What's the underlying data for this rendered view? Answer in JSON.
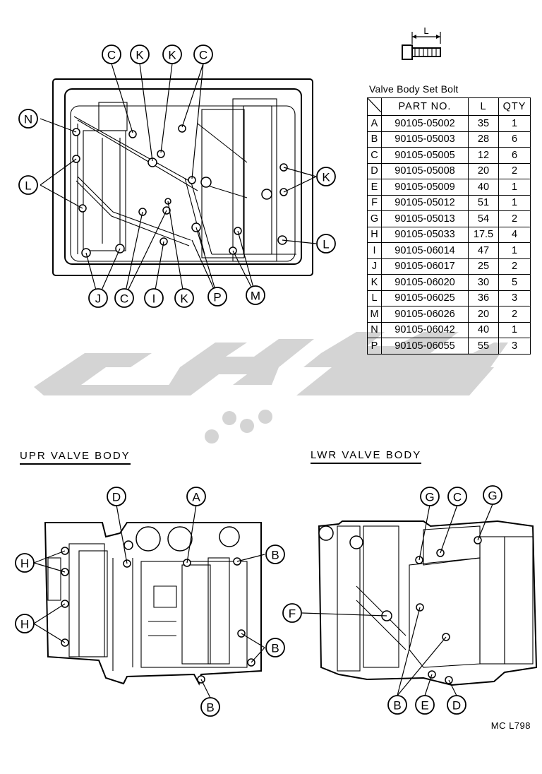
{
  "table": {
    "title": "Valve Body Set Bolt",
    "headers": {
      "part_no": "PART NO.",
      "length": "L",
      "qty": "QTY"
    },
    "rows": [
      {
        "key": "A",
        "part_no": "90105-05002",
        "length": "35",
        "qty": "1"
      },
      {
        "key": "B",
        "part_no": "90105-05003",
        "length": "28",
        "qty": "6"
      },
      {
        "key": "C",
        "part_no": "90105-05005",
        "length": "12",
        "qty": "6"
      },
      {
        "key": "D",
        "part_no": "90105-05008",
        "length": "20",
        "qty": "2"
      },
      {
        "key": "E",
        "part_no": "90105-05009",
        "length": "40",
        "qty": "1"
      },
      {
        "key": "F",
        "part_no": "90105-05012",
        "length": "51",
        "qty": "1"
      },
      {
        "key": "G",
        "part_no": "90105-05013",
        "length": "54",
        "qty": "2"
      },
      {
        "key": "H",
        "part_no": "90105-05033",
        "length": "17.5",
        "qty": "4"
      },
      {
        "key": "I",
        "part_no": "90105-06014",
        "length": "47",
        "qty": "1"
      },
      {
        "key": "J",
        "part_no": "90105-06017",
        "length": "25",
        "qty": "2"
      },
      {
        "key": "K",
        "part_no": "90105-06020",
        "length": "30",
        "qty": "5"
      },
      {
        "key": "L",
        "part_no": "90105-06025",
        "length": "36",
        "qty": "3"
      },
      {
        "key": "M",
        "part_no": "90105-06026",
        "length": "20",
        "qty": "2"
      },
      {
        "key": "N",
        "part_no": "90105-06042",
        "length": "40",
        "qty": "1"
      },
      {
        "key": "P",
        "part_no": "90105-06055",
        "length": "55",
        "qty": "3"
      }
    ]
  },
  "bolt_icon": {
    "dimension_label": "L"
  },
  "sections": {
    "upper": "UPR  VALVE  BODY",
    "lower": "LWR  VALVE  BODY"
  },
  "reference_code": "MC L798",
  "callouts": {
    "top": [
      "C",
      "K",
      "K",
      "C",
      "N",
      "L",
      "K",
      "L",
      "J",
      "C",
      "I",
      "K",
      "P",
      "M"
    ],
    "upper": [
      "D",
      "A",
      "H",
      "H",
      "B",
      "B",
      "B"
    ],
    "lower": [
      "G",
      "C",
      "G",
      "F",
      "B",
      "E",
      "D"
    ]
  },
  "colors": {
    "ink": "#000000",
    "watermark": "#d4d4d4"
  }
}
